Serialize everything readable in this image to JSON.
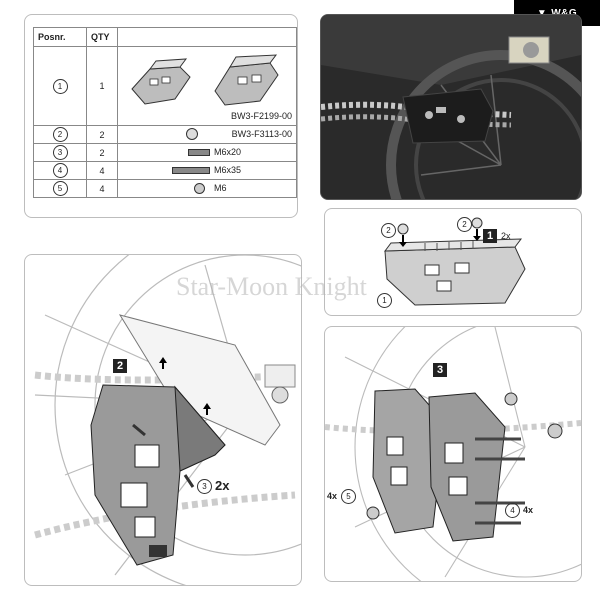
{
  "brand": {
    "label": "W&G"
  },
  "watermark": "Star-Moon Knight",
  "parts_table": {
    "headers": [
      "Posnr.",
      "QTY"
    ],
    "rows": [
      {
        "pos": "1",
        "qty": "1",
        "desc": "BW3-F2199-00"
      },
      {
        "pos": "2",
        "qty": "2",
        "desc": "BW3-F3113-00"
      },
      {
        "pos": "3",
        "qty": "2",
        "desc": "M6x20"
      },
      {
        "pos": "4",
        "qty": "4",
        "desc": "M6x35"
      },
      {
        "pos": "5",
        "qty": "4",
        "desc": "M6"
      }
    ]
  },
  "step1": {
    "number": "1",
    "count": "2x",
    "callout_a": "2",
    "callout_b": "2",
    "callout_c": "1"
  },
  "step2": {
    "number": "2",
    "callout": "3",
    "count": "2x"
  },
  "step3": {
    "number": "3",
    "left_count": "4x",
    "left_callout": "5",
    "right_callout": "4",
    "right_count": "4x"
  }
}
